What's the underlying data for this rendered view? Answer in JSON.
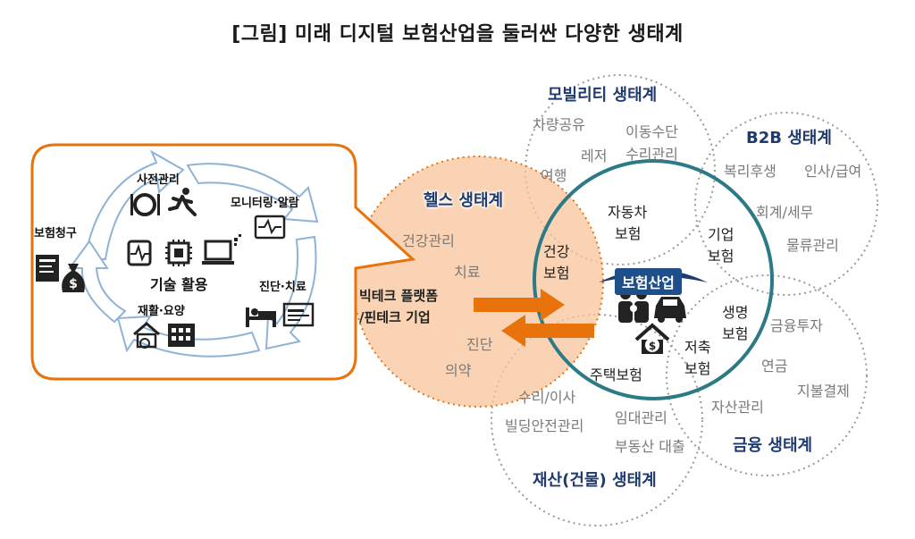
{
  "title": "[그림] 미래 디지털 보험산업을 둘러싼 다양한 생태계",
  "left_panel": {
    "claim": "보험청구",
    "prevention": "사전관리",
    "monitoring": "모니터링·알람",
    "tech": "기술 활용",
    "diagnosis": "진단·치료",
    "rehab": "재활·요양"
  },
  "health": {
    "title": "헬스 생태계",
    "items": [
      "건강관리",
      "치료",
      "진단",
      "의약"
    ],
    "bigtech_line1": "빅테크 플랫폼",
    "bigtech_line2": "/핀테크 기업"
  },
  "center": {
    "title": "보험산업",
    "health_insurance_1": "건강",
    "health_insurance_2": "보험",
    "auto_insurance_1": "자동차",
    "auto_insurance_2": "보험",
    "corp_insurance_1": "기업",
    "corp_insurance_2": "보험",
    "life_insurance_1": "생명",
    "life_insurance_2": "보험",
    "savings_insurance_1": "저축",
    "savings_insurance_2": "보험",
    "home_insurance": "주택보험"
  },
  "mobility": {
    "title": "모빌리티 생태계",
    "items": [
      "차량공유",
      "이동수단",
      "레저",
      "수리관리",
      "여행"
    ]
  },
  "b2b": {
    "title": "B2B 생태계",
    "items": [
      "복리후생",
      "인사/급여",
      "회계/세무",
      "물류관리"
    ]
  },
  "finance": {
    "title": "금융 생태계",
    "items": [
      "금융투자",
      "연금",
      "지불결제",
      "자산관리"
    ]
  },
  "property": {
    "title": "재산(건물) 생태계",
    "items": [
      "수리/이사",
      "임대관리",
      "빌딩안전관리",
      "부동산 대출"
    ]
  },
  "colors": {
    "orange": "#e8720c",
    "orange_fill": "#f7c49a",
    "teal": "#2c7a86",
    "navy": "#1f3b6e",
    "arrow_blue": "#8fb3d6"
  },
  "icons": [
    "claim-document-icon",
    "money-bag-icon",
    "dining-icon",
    "runner-icon",
    "chip-icon",
    "laptop-icon",
    "phone-heartbeat-icon",
    "hospital-bed-icon",
    "monitor-chart-icon",
    "wheelchair-icon",
    "building-icon",
    "family-icon",
    "car-icon",
    "house-money-icon",
    "umbrella-icon"
  ]
}
